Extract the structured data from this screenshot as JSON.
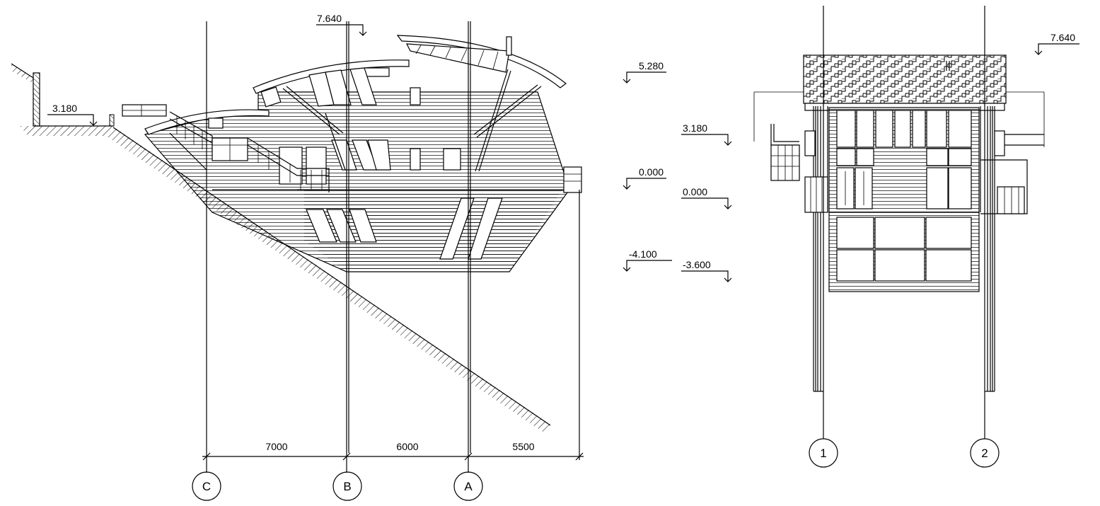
{
  "drawing": {
    "background": "#ffffff",
    "line_color": "#000000",
    "side_elevation": {
      "levels": {
        "ridge": "7.640",
        "roof_upper": "5.280",
        "terrace": "3.180",
        "ground": "0.000",
        "bottom": "-4.100"
      },
      "dimensions": [
        "7000",
        "6000",
        "5500"
      ],
      "axes": [
        "C",
        "B",
        "A"
      ]
    },
    "front_elevation": {
      "levels": {
        "ridge": "7.640",
        "terrace": "3.180",
        "ground": "0.000",
        "bottom": "-3.600"
      },
      "axes": [
        "1",
        "2"
      ]
    }
  }
}
